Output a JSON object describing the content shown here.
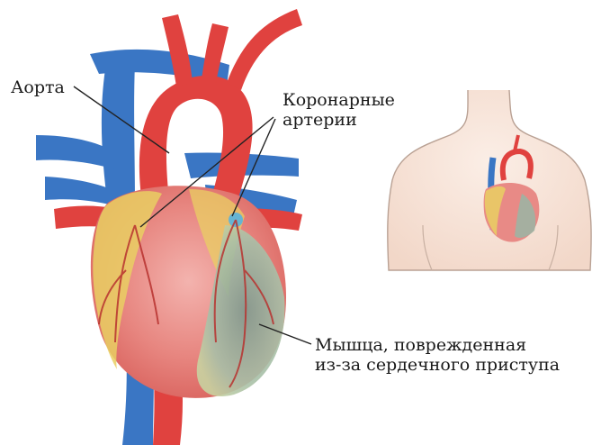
{
  "labels": {
    "aorta": "Аорта",
    "coronary_line1": "Коронарные",
    "coronary_line2": "артерии",
    "damage_line1": "Мышца, поврежденная",
    "damage_line2": "из-за сердечного приступа"
  },
  "colors": {
    "artery_red": "#e0423f",
    "vein_blue": "#3a76c4",
    "heart_pink": "#e88a86",
    "fat_yellow": "#e9cf63",
    "damaged_gray_green": "#8aa59a",
    "skin": "#f7e3d8"
  }
}
